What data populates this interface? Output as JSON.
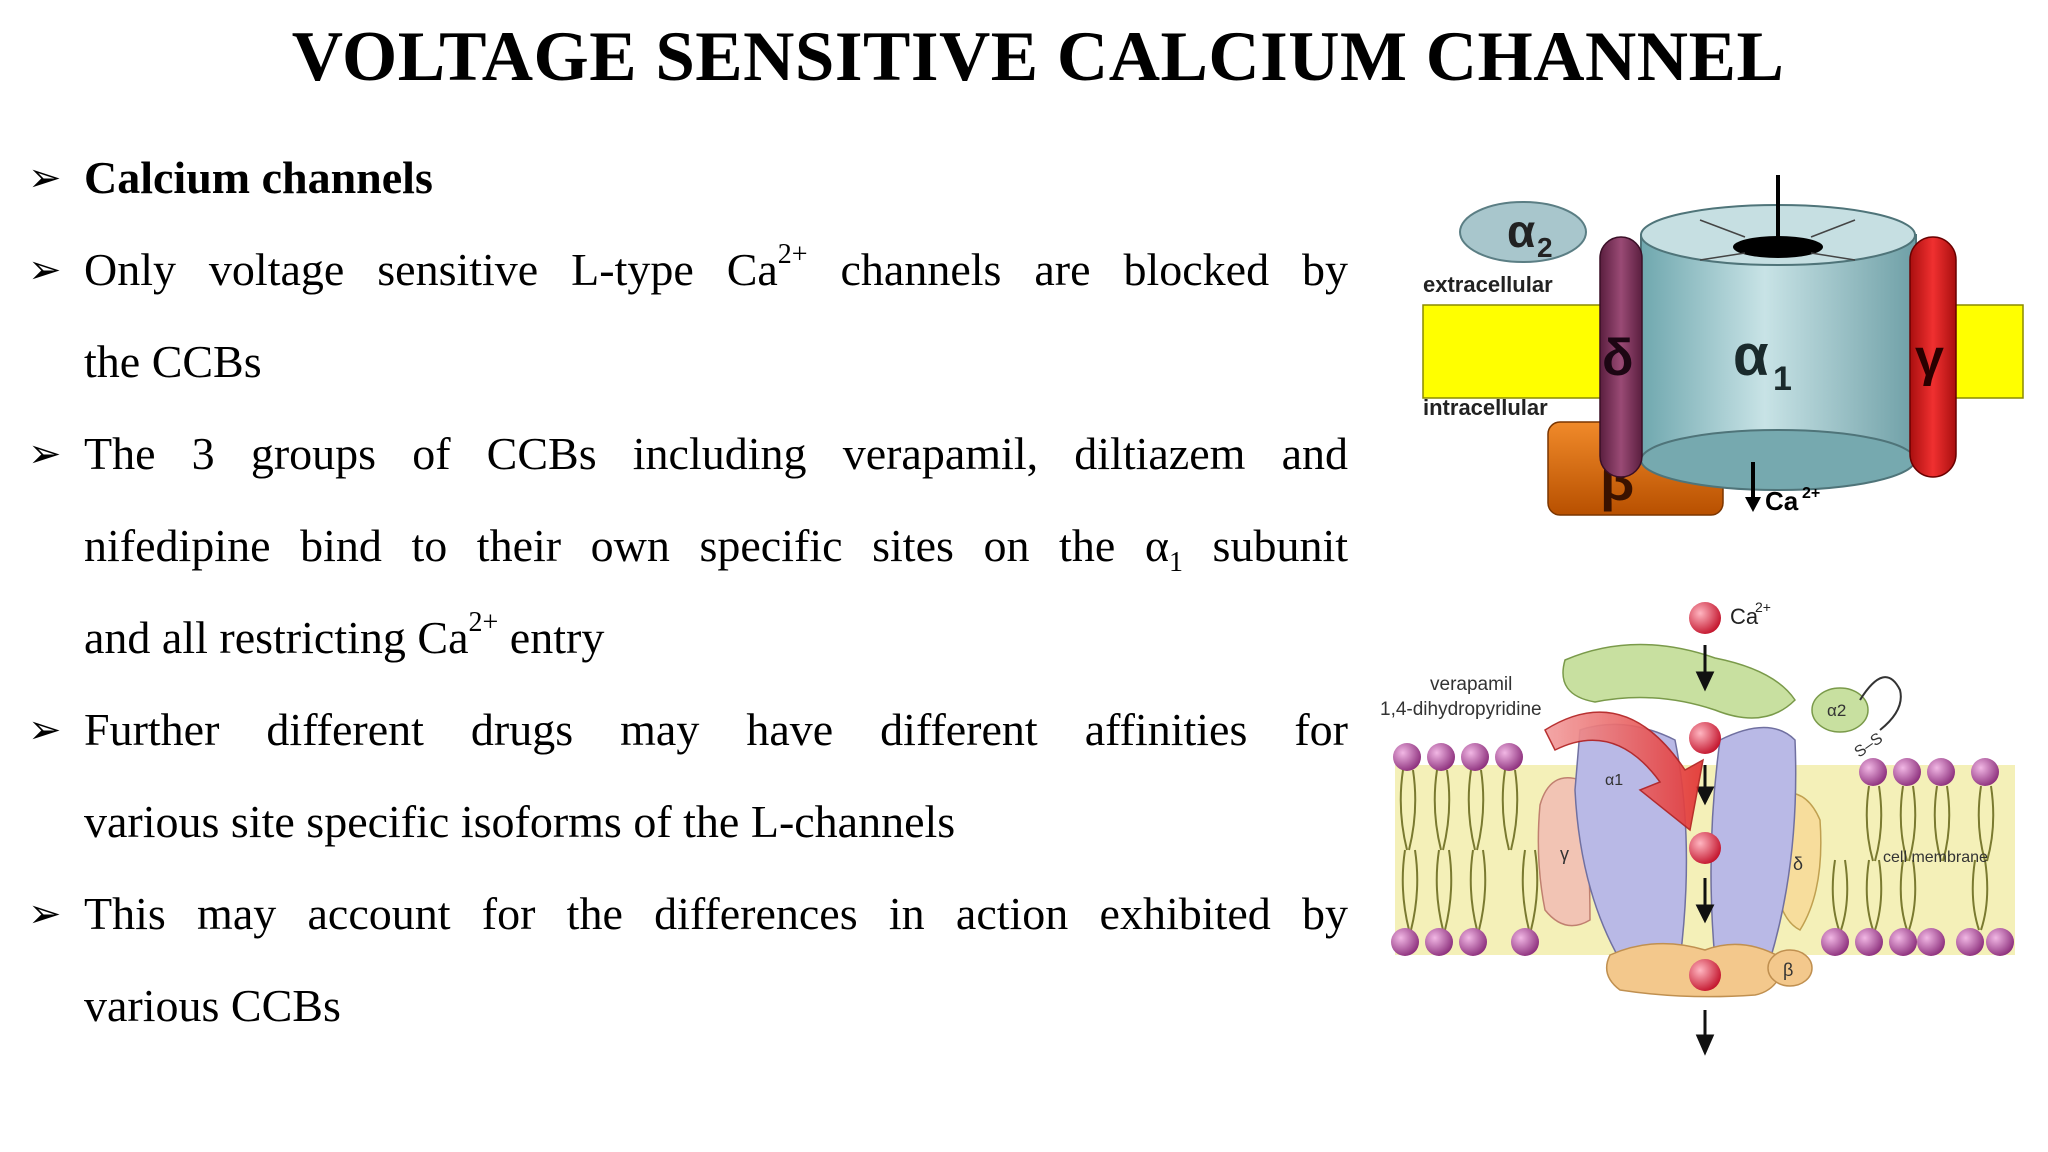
{
  "title": "VOLTAGE SENSITIVE CALCIUM CHANNEL",
  "bullet_marker": "➢",
  "bullets": [
    {
      "text": "Calcium channels"
    },
    {
      "l1a": "Only voltage sensitive L-type Ca",
      "l1sup": "2+",
      "l1b": " channels are blocked by",
      "l2": "the CCBs"
    },
    {
      "l1": "The 3 groups of CCBs including verapamil, diltiazem and",
      "l2a": "nifedipine bind to their own specific sites on the α",
      "l2sub": "1",
      "l2b": " subunit",
      "l3a": "and all restricting Ca",
      "l3sup": "2+",
      "l3b": " entry"
    },
    {
      "l1": "Further different drugs may have different affinities for",
      "l2": "various site specific isoforms of the L-channels"
    },
    {
      "l1": "This may account for the differences in action exhibited by",
      "l2": "various CCBs"
    }
  ],
  "figure1": {
    "alpha2": "α",
    "alpha2_sub": "2",
    "extracellular": "extracellular",
    "intracellular": "intracellular",
    "delta": "δ",
    "alpha1": "α",
    "alpha1_sub": "1",
    "gamma": "γ",
    "beta": "β",
    "ca_label": "Ca",
    "ca_sup": "2+",
    "colors": {
      "membrane": "#ffff00",
      "delta": "#7a2f57",
      "gamma": "#e11b1b",
      "beta": "#e07010",
      "alpha1": "#8ec3c8",
      "alpha2": "#a8c6cc"
    }
  },
  "figure2": {
    "ca_label": "Ca",
    "ca_sup": "2+",
    "verapamil": "verapamil",
    "dhp": "1,4-dihydropyridine",
    "alpha2": "α2",
    "ss": "S–S",
    "alpha1": "α1",
    "gamma": "γ",
    "delta": "δ",
    "cell_membrane": "cell membrane",
    "beta": "β",
    "colors": {
      "lipid_head": "#a03c8c",
      "channel": "#b9b9e6",
      "ion": "#d8233c",
      "arrow": "#e84a4a",
      "membrane_fill": "#f4f0b8"
    }
  }
}
